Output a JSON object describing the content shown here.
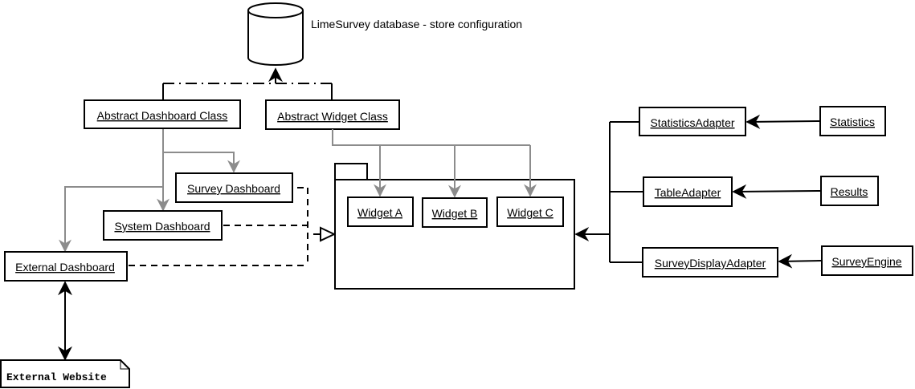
{
  "diagram": {
    "database": {
      "label": "LimeSurvey database - store configuration",
      "icon": "database-cylinder-icon"
    },
    "abstract_classes": {
      "dashboard": "Abstract Dashboard Class",
      "widget": "Abstract Widget Class"
    },
    "dashboards": {
      "survey": "Survey Dashboard",
      "system": "System Dashboard",
      "external": "External Dashboard"
    },
    "external_website": "External Website",
    "widgets": [
      "Widget A",
      "Widget B",
      "Widget C"
    ],
    "adapters": [
      "StatisticsAdapter",
      "TableAdapter",
      "SurveyDisplayAdapter"
    ],
    "sources": [
      "Statistics",
      "Results",
      "SurveyEngine"
    ],
    "colors": {
      "line": "#000000",
      "inheritance_line": "#8c8c8c",
      "background": "#ffffff"
    }
  }
}
